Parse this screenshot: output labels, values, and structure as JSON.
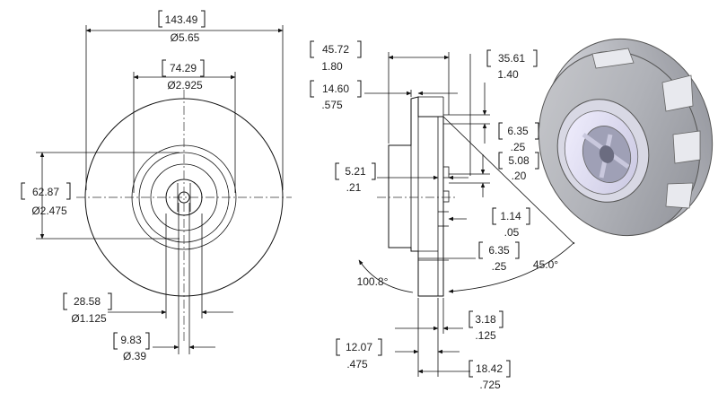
{
  "dimensions": {
    "outer_dia": {
      "mm": "143.49",
      "in": "Ø5.65"
    },
    "bore_dia": {
      "mm": "74.29",
      "in": "Ø2.925"
    },
    "hub_dia": {
      "mm": "62.87",
      "in": "Ø2.475"
    },
    "shaft_dia": {
      "mm": "28.58",
      "in": "Ø1.125"
    },
    "center_hole_dia": {
      "mm": "9.83",
      "in": "Ø.39"
    },
    "overall_depth": {
      "mm": "45.72",
      "in": "1.80"
    },
    "shroud_offset": {
      "mm": "14.60",
      "in": ".575"
    },
    "eye_depth": {
      "mm": "35.61",
      "in": "1.40"
    },
    "vane_height": {
      "mm": "6.35",
      "in": ".25"
    },
    "key_width": {
      "mm": "5.08",
      "in": ".20"
    },
    "step_depth": {
      "mm": "5.21",
      "in": ".21"
    },
    "lip_small": {
      "mm": "1.14",
      "in": ".05"
    },
    "back_step": {
      "mm": "6.35",
      "in": ".25"
    },
    "shroud_thickness": {
      "mm": "3.18",
      "in": ".125"
    },
    "hub_length": {
      "mm": "12.07",
      "in": ".475"
    },
    "hub_total": {
      "mm": "18.42",
      "in": ".725"
    }
  },
  "angles": {
    "back_angle": "100.8°",
    "vane_angle": "45.0°"
  }
}
